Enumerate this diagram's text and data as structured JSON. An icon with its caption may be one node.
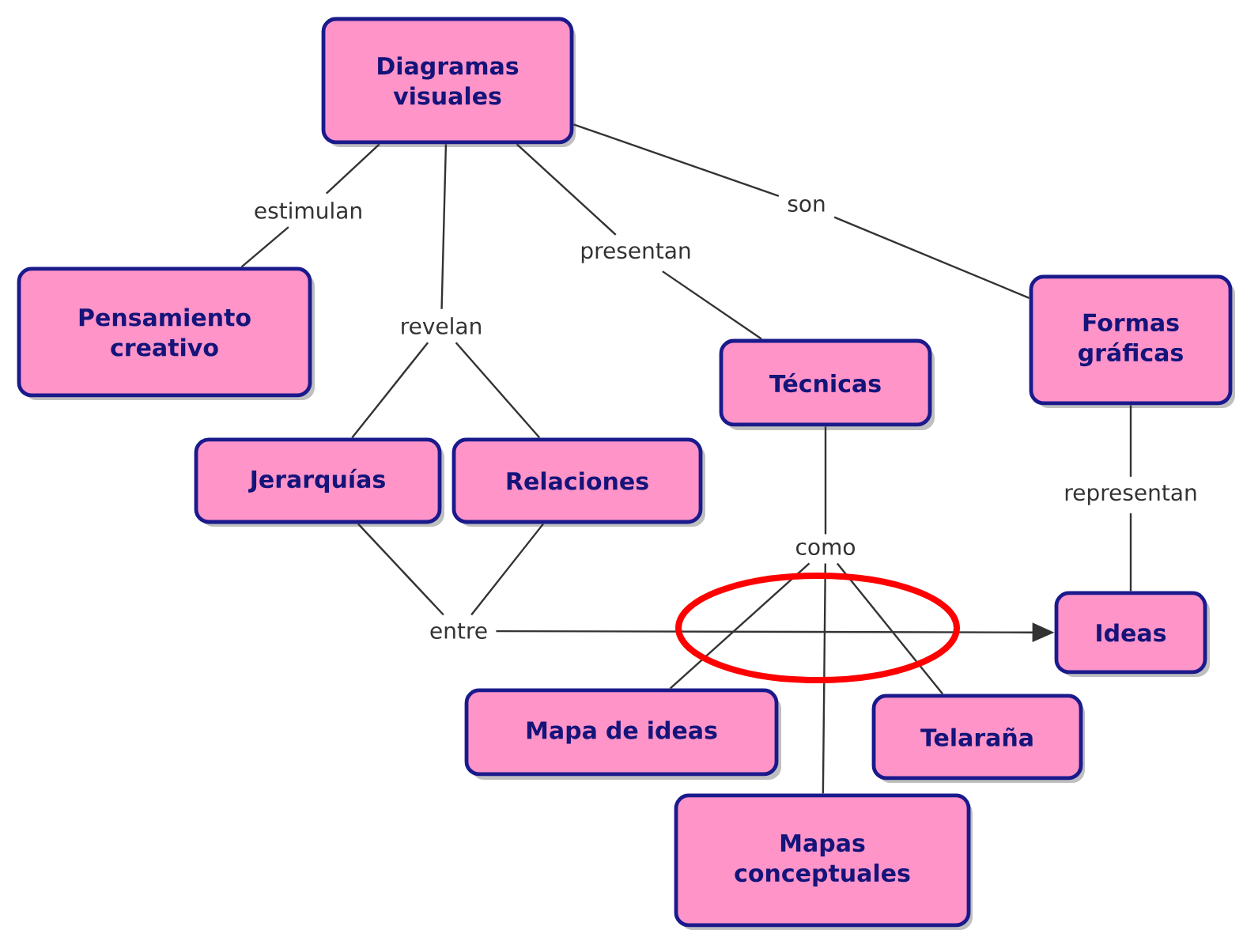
{
  "diagram": {
    "nodes": [
      {
        "text": [
          "Diagramas visuales"
        ]
      },
      {
        "text": [
          "estimulan"
        ]
      },
      {
        "text": [
          "revelan"
        ]
      },
      {
        "text": [
          "presentan"
        ]
      },
      {
        "text": [
          "son"
        ]
      },
      {
        "text": [
          "Pensamiento creativo"
        ]
      },
      {
        "text": [
          "Formas gráficas"
        ]
      },
      {
        "text": [
          "Técnicas"
        ]
      },
      {
        "text": [
          "Jerarquías"
        ]
      },
      {
        "text": [
          "Relaciones"
        ]
      },
      {
        "text": [
          "representan"
        ]
      },
      {
        "text": [
          "como"
        ]
      },
      {
        "text": [
          "entre"
        ]
      },
      {
        "text": [
          "Ideas"
        ]
      },
      {
        "text": [
          "Mapa de ideas"
        ]
      },
      {
        "text": [
          "Telaraña"
        ]
      },
      {
        "text": [
          "Mapas conceptuales"
        ]
      }
    ],
    "edges": [
      {
        "from": 0,
        "to": 1,
        "arrow": "none"
      },
      {
        "from": 1,
        "to": 5,
        "arrow": "none"
      },
      {
        "from": 0,
        "to": 2,
        "arrow": "none"
      },
      {
        "from": 2,
        "to": 8,
        "arrow": "none"
      },
      {
        "from": 2,
        "to": 9,
        "arrow": "none"
      },
      {
        "from": 0,
        "to": 3,
        "arrow": "none"
      },
      {
        "from": 3,
        "to": 7,
        "arrow": "none"
      },
      {
        "from": 0,
        "to": 4,
        "arrow": "none"
      },
      {
        "from": 4,
        "to": 6,
        "arrow": "none"
      },
      {
        "from": 6,
        "to": 10,
        "arrow": "none"
      },
      {
        "from": 10,
        "to": 13,
        "arrow": "none"
      },
      {
        "from": 7,
        "to": 11,
        "arrow": "none"
      },
      {
        "from": 11,
        "to": 14,
        "arrow": "none"
      },
      {
        "from": 11,
        "to": 16,
        "arrow": "none"
      },
      {
        "from": 11,
        "to": 15,
        "arrow": "none"
      },
      {
        "from": 8,
        "to": 12,
        "arrow": "none"
      },
      {
        "from": 9,
        "to": 12,
        "arrow": "none"
      },
      {
        "from": 12,
        "to": 13,
        "arrow": "to"
      }
    ]
  }
}
